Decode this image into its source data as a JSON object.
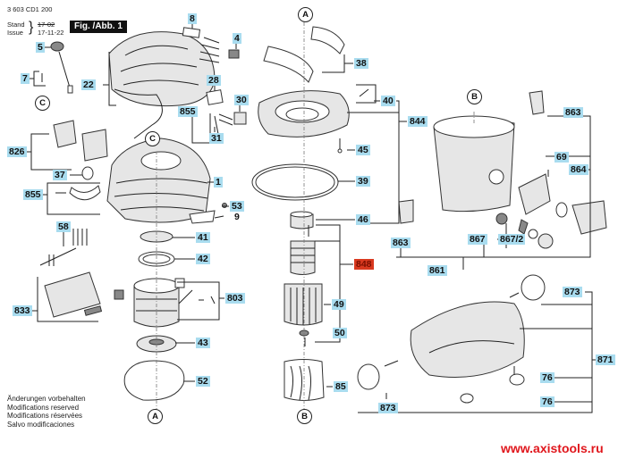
{
  "header": {
    "part_number": "3 603 CD1 200",
    "stand_label": "Stand",
    "issue_label": "Issue",
    "stand_value": "17-02",
    "issue_value": "17-11-22",
    "figure": "Fig. /Abb. 1"
  },
  "reference_markers": {
    "a": "A",
    "b": "B",
    "c": "C"
  },
  "labels": {
    "l1": "1",
    "l4": "4",
    "l5": "5",
    "l7": "7",
    "l8": "8",
    "l9": "9",
    "l22": "22",
    "l28": "28",
    "l30": "30",
    "l31": "31",
    "l37": "37",
    "l38": "38",
    "l39": "39",
    "l40": "40",
    "l41": "41",
    "l42": "42",
    "l43": "43",
    "l45": "45",
    "l46": "46",
    "l49": "49",
    "l50": "50",
    "l52": "52",
    "l53": "53",
    "l58": "58",
    "l69": "69",
    "l76a": "76",
    "l76b": "76",
    "l85": "85",
    "l803": "803",
    "l826": "826",
    "l833": "833",
    "l844": "844",
    "l848": "848",
    "l855a": "855",
    "l855b": "855",
    "l861": "861",
    "l863a": "863",
    "l863b": "863",
    "l864": "864",
    "l867": "867",
    "l867_2": "867/2",
    "l871": "871",
    "l873a": "873",
    "l873b": "873"
  },
  "highlight_color": "#a9dcef",
  "alert_color": "#d9391f",
  "footer": {
    "lines": [
      "Änderungen vorbehalten",
      "Modifications reserved",
      "Modifications réservées",
      "Salvo modificaciones"
    ]
  },
  "watermark": "www.axistools.ru"
}
